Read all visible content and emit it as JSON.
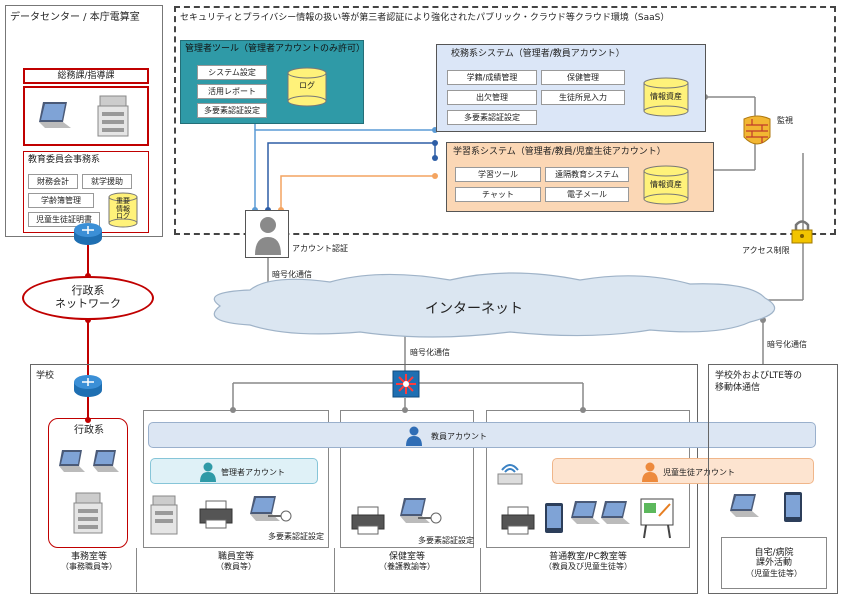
{
  "datacenter": {
    "title": "データセンター / 本庁電算室",
    "general_affairs": "総務課/指導課",
    "edu_board": "教育委員会事務系",
    "edu_items": [
      "財務会計",
      "就学援助",
      "学齢簿管理",
      "児童生徒証明書"
    ],
    "edu_db": [
      "重要",
      "情報",
      "ログ"
    ]
  },
  "cloud": {
    "title": "セキュリティとプライバシー情報の扱い等が第三者認証により強化されたパブリック・クラウド等クラウド環境（SaaS）",
    "admin_tool": {
      "title": "管理者ツール（管理者アカウントのみ許可）",
      "items": [
        "システム設定",
        "活用レポート",
        "多要素認証設定"
      ],
      "db": "ログ"
    },
    "school_affairs": {
      "title": "校務系システム（管理者/教員アカウント）",
      "items": [
        "学籍/成績管理",
        "保健管理",
        "出欠管理",
        "生徒所見入力",
        "多要素認証設定"
      ],
      "db": "情報資産"
    },
    "learning": {
      "title": "学習系システム（管理者/教員/児童生徒アカウント）",
      "items": [
        "学習ツール",
        "遠隔教育システム",
        "チャット",
        "電子メール"
      ],
      "db": "情報資産"
    },
    "monitor": "監視"
  },
  "auth": {
    "label": "アカウント認証"
  },
  "labels": {
    "enc1": "暗号化通信",
    "enc2": "暗号化通信",
    "enc3": "暗号化通信",
    "access": "アクセス制限",
    "internet": "インターネット",
    "admin_net": [
      "行政系",
      "ネットワーク"
    ]
  },
  "school": {
    "title": "学校",
    "admin_title": "行政系",
    "teacher_account": "教員アカウント",
    "manager_account": "管理者アカウント",
    "student_account": "児童生徒アカウント",
    "mfa1": "多要素認証設定",
    "mfa2": "多要素認証設定",
    "rooms": [
      {
        "name": "事務室等",
        "sub": "（事務職員等）"
      },
      {
        "name": "職員室等",
        "sub": "（教員等）"
      },
      {
        "name": "保健室等",
        "sub": "（養護教諭等）"
      },
      {
        "name": "普通教室/PC教室等",
        "sub": "（教員及び児童生徒等）"
      }
    ]
  },
  "mobile": {
    "title": [
      "学校外およびLTE等の",
      "移動体通信"
    ],
    "home": [
      "自宅/病院",
      "課外活動",
      "（児童生徒等）"
    ]
  },
  "colors": {
    "red": "#c00000",
    "teal_panel": "#2f9aa7",
    "school_panel": "#dbe6f7",
    "learning_panel": "#fbd7b5",
    "account_bar": "#dce6f3",
    "manager_bar": "#dff1f7",
    "student_bar": "#fde4d0",
    "db_yellow": "#fff27a"
  }
}
